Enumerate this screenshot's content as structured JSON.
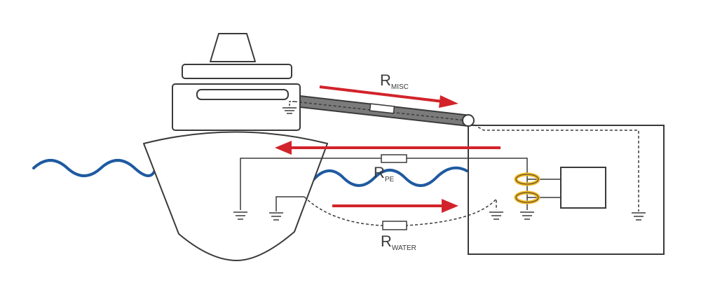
{
  "labels": {
    "r_misc": {
      "main": "R",
      "sub": "MISC"
    },
    "r_pe": {
      "main": "R",
      "sub": "PE"
    },
    "r_water": {
      "main": "R",
      "sub": "WATER"
    }
  },
  "colors": {
    "outline": "#3a3a3a",
    "arrow": "#d2232a",
    "water": "#1f5aa0",
    "shore_bridge_fill": "#7b7b7b",
    "current_transformer": "#f2b824",
    "background": "#ffffff"
  },
  "icons": {
    "ground": "ground-icon",
    "resistor": "resistor-icon",
    "current_transformer": "current-transformer-icon"
  }
}
